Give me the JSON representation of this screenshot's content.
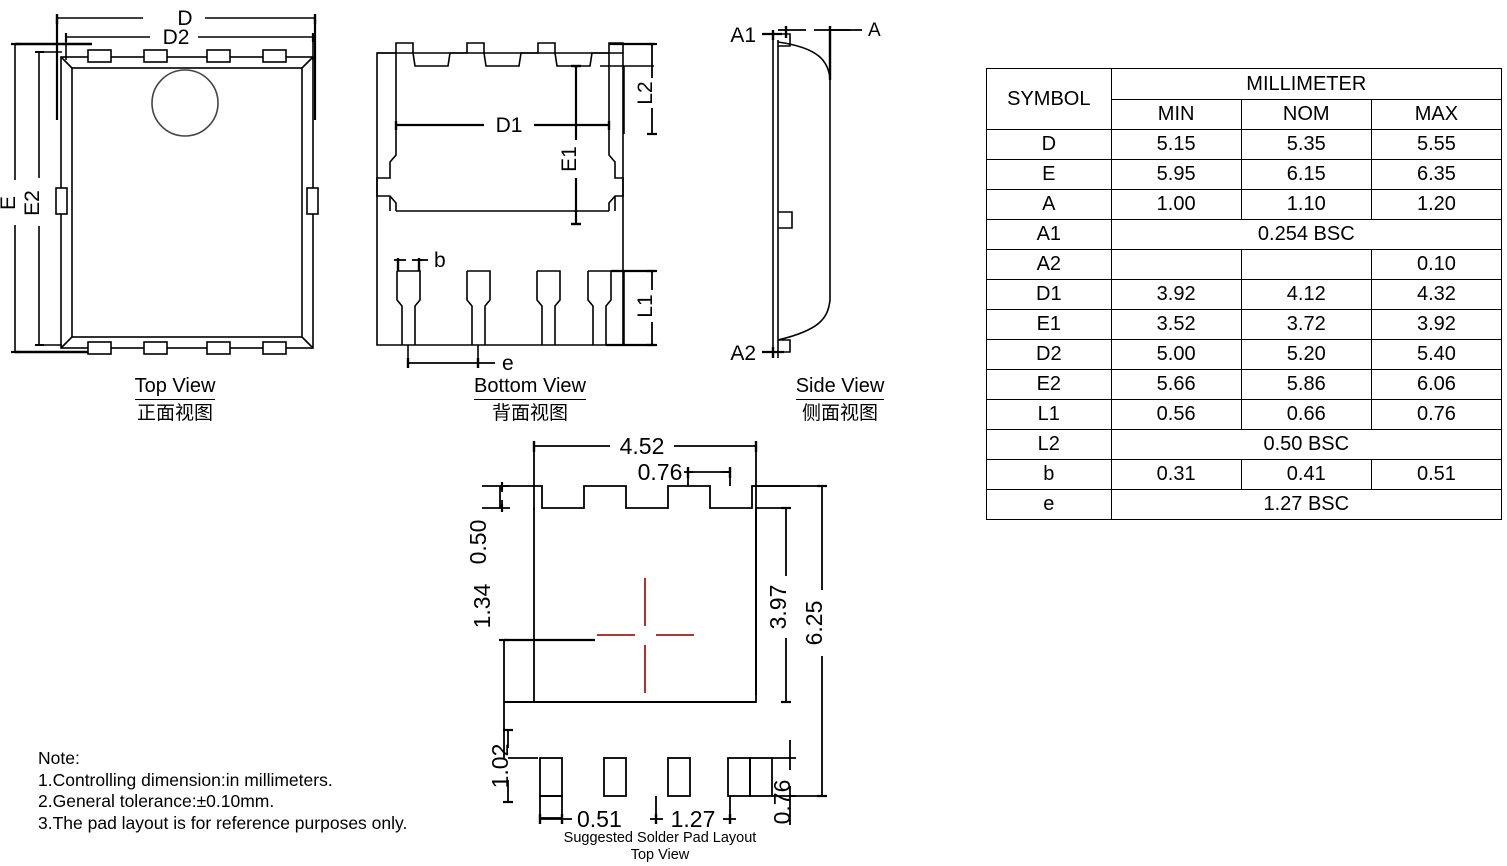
{
  "table": {
    "symbol_header": "SYMBOL",
    "unit_header": "MILLIMETER",
    "col_headers": [
      "MIN",
      "NOM",
      "MAX"
    ],
    "rows": [
      {
        "symbol": "D",
        "min": "5.15",
        "nom": "5.35",
        "max": "5.55",
        "span": false
      },
      {
        "symbol": "E",
        "min": "5.95",
        "nom": "6.15",
        "max": "6.35",
        "span": false
      },
      {
        "symbol": "A",
        "min": "1.00",
        "nom": "1.10",
        "max": "1.20",
        "span": false
      },
      {
        "symbol": "A1",
        "span": true,
        "value": "0.254 BSC"
      },
      {
        "symbol": "A2",
        "min": "",
        "nom": "",
        "max": "0.10",
        "span": false
      },
      {
        "symbol": "D1",
        "min": "3.92",
        "nom": "4.12",
        "max": "4.32",
        "span": false
      },
      {
        "symbol": "E1",
        "min": "3.52",
        "nom": "3.72",
        "max": "3.92",
        "span": false
      },
      {
        "symbol": "D2",
        "min": "5.00",
        "nom": "5.20",
        "max": "5.40",
        "span": false
      },
      {
        "symbol": "E2",
        "min": "5.66",
        "nom": "5.86",
        "max": "6.06",
        "span": false
      },
      {
        "symbol": "L1",
        "min": "0.56",
        "nom": "0.66",
        "max": "0.76",
        "span": false
      },
      {
        "symbol": "L2",
        "span": true,
        "value": "0.50 BSC"
      },
      {
        "symbol": "b",
        "min": "0.31",
        "nom": "0.41",
        "max": "0.51",
        "span": false
      },
      {
        "symbol": "e",
        "span": true,
        "value": "1.27 BSC"
      }
    ]
  },
  "views": {
    "top": {
      "en": "Top View",
      "cn": "正面视图"
    },
    "bottom": {
      "en": "Bottom View",
      "cn": "背面视图"
    },
    "side": {
      "en": "Side View",
      "cn": "侧面视图"
    },
    "pad": {
      "line1": "Suggested Solder Pad Layout",
      "line2": "Top View"
    }
  },
  "top_view_labels": {
    "D": "D",
    "D2": "D2",
    "E": "E",
    "E2": "E2"
  },
  "bottom_view_labels": {
    "D1": "D1",
    "E1": "E1",
    "L1": "L1",
    "L2": "L2",
    "b": "b",
    "e": "e"
  },
  "side_view_labels": {
    "A": "A",
    "A1": "A1",
    "A2": "A2"
  },
  "pad_layout": {
    "width_total": "4.52",
    "pad_width_top": "0.76",
    "pad_height_top": "0.50",
    "offset_left": "1.34",
    "inner_height": "3.97",
    "outer_height": "6.25",
    "bottom_pad_height": "1.02",
    "bottom_pad_width": "0.51",
    "pitch": "1.27",
    "corner_pad_width": "0.76"
  },
  "notes": {
    "title": "Note:",
    "items": [
      "1.Controlling dimension:in millimeters.",
      "2.General tolerance:±0.10mm.",
      "3.The pad layout is for reference purposes only."
    ]
  },
  "colors": {
    "line": "#000000",
    "center_mark": "#a01c1c"
  }
}
